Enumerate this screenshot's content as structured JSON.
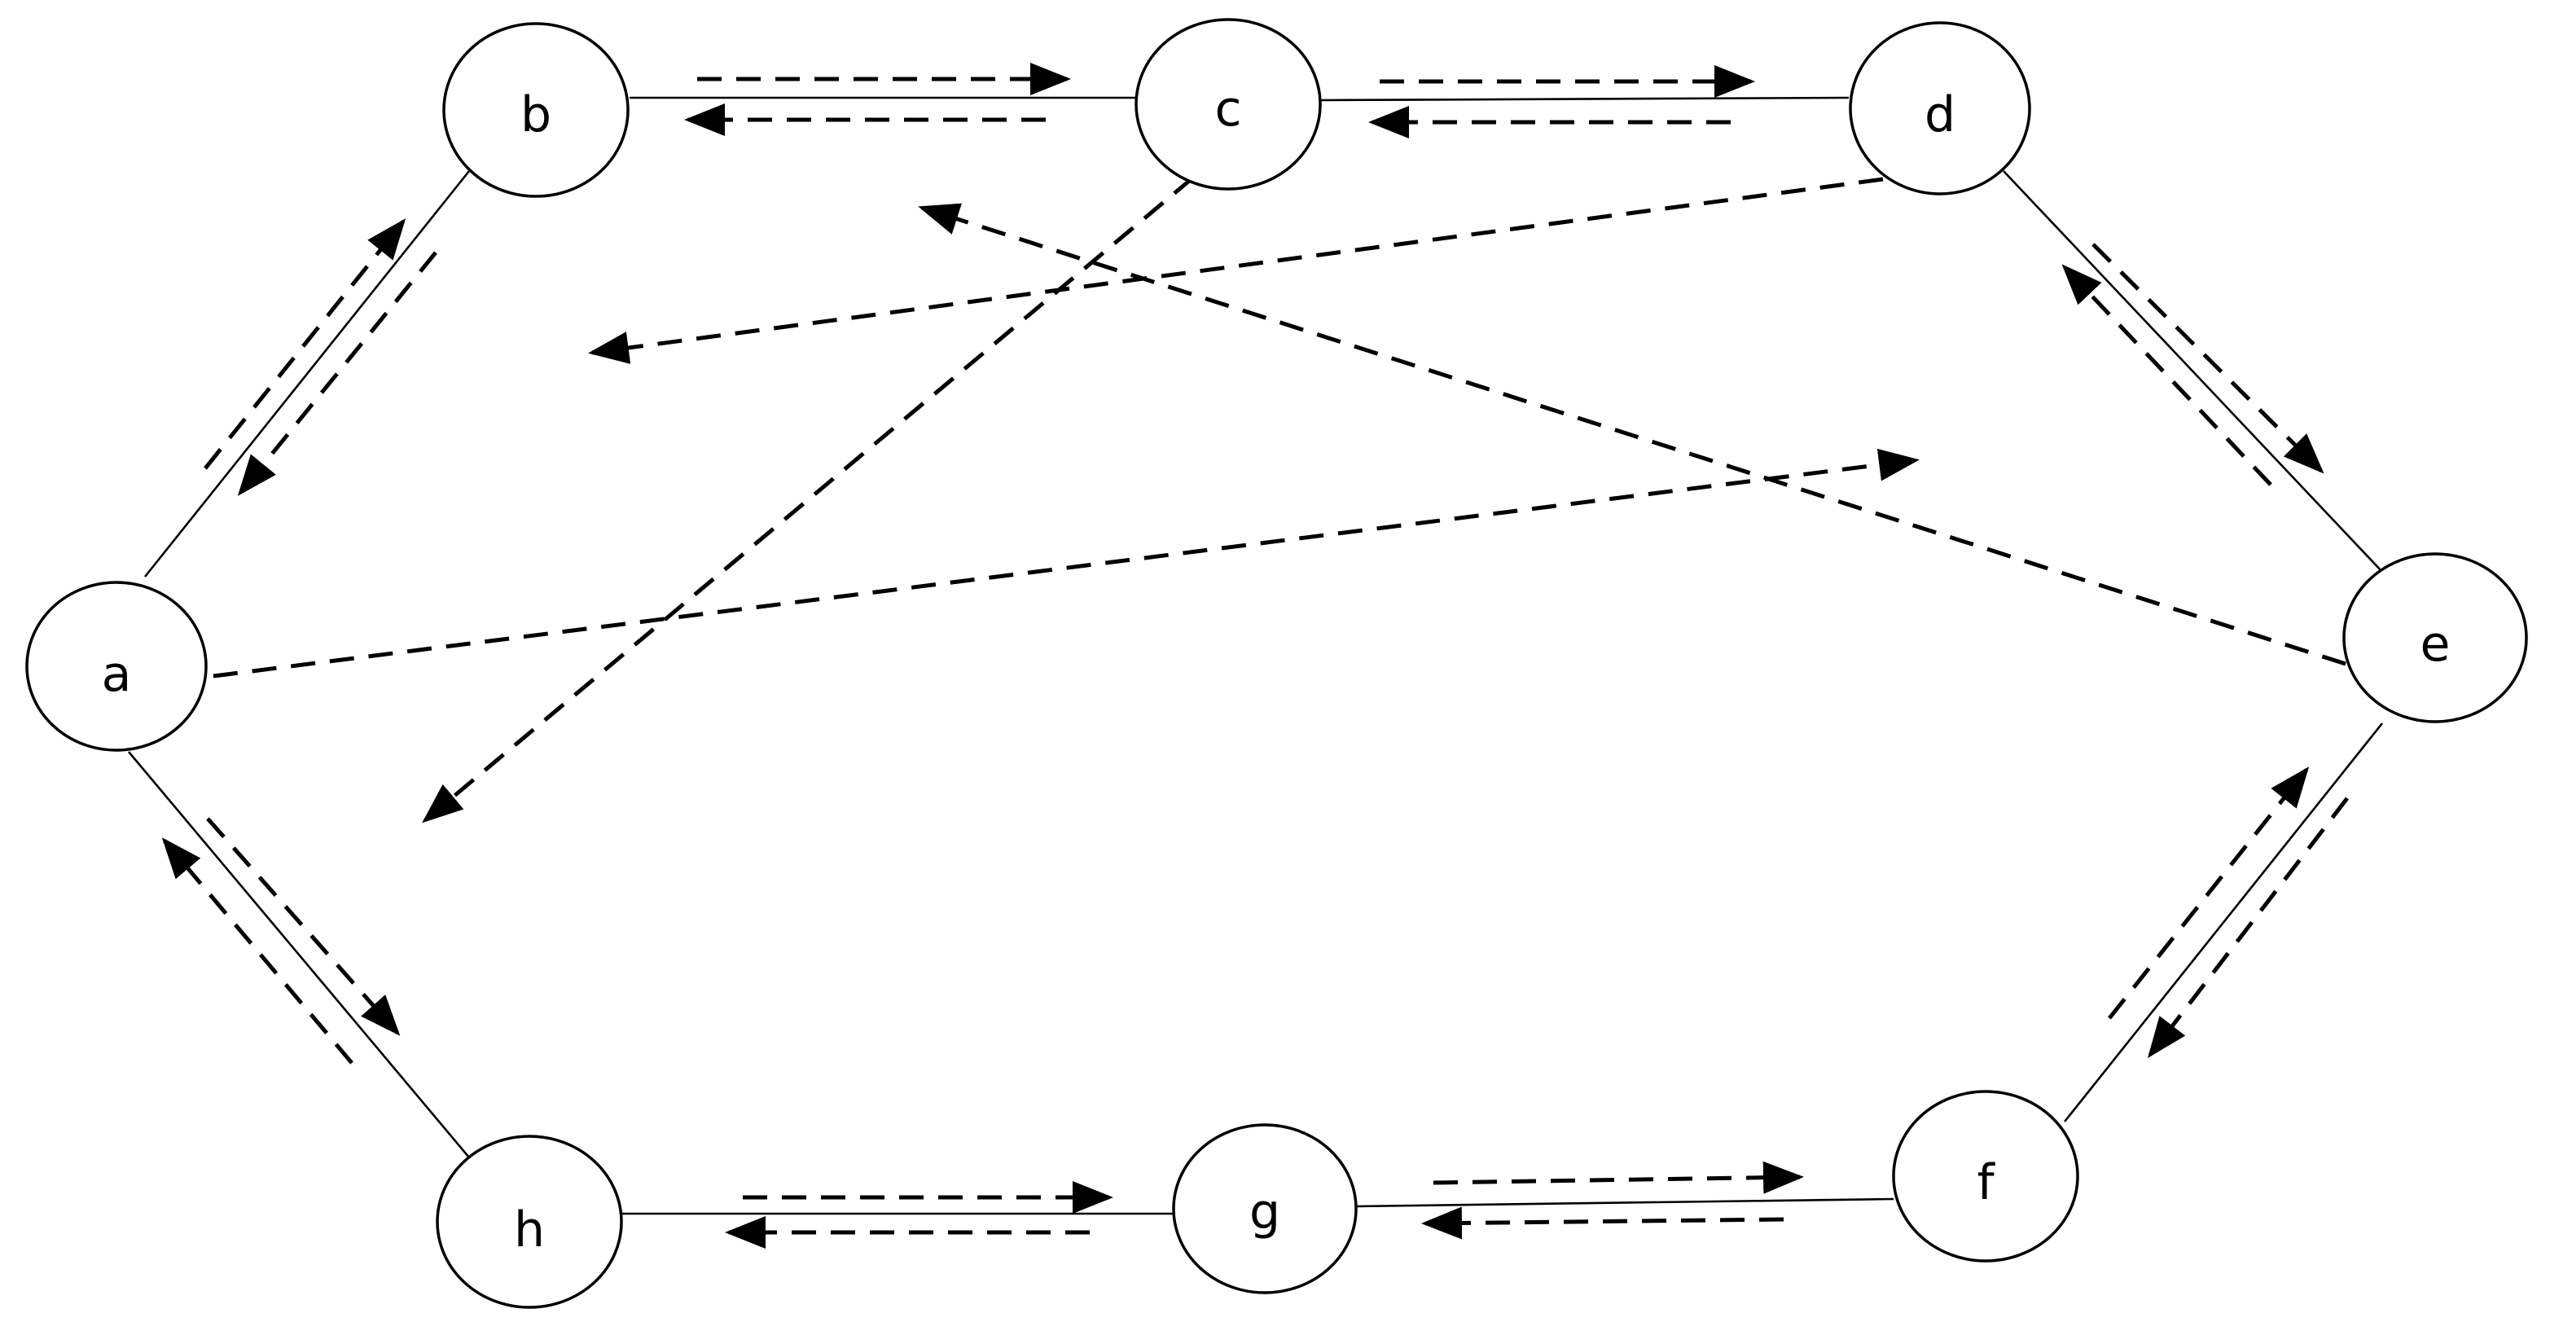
{
  "colors": {
    "stroke": "#000000",
    "background": "#ffffff"
  },
  "nodes": [
    {
      "id": "a",
      "label": "a"
    },
    {
      "id": "b",
      "label": "b"
    },
    {
      "id": "c",
      "label": "c"
    },
    {
      "id": "d",
      "label": "d"
    },
    {
      "id": "e",
      "label": "e"
    },
    {
      "id": "f",
      "label": "f"
    },
    {
      "id": "g",
      "label": "g"
    },
    {
      "id": "h",
      "label": "h"
    }
  ],
  "edges": [
    {
      "from": "a",
      "to": "b"
    },
    {
      "from": "b",
      "to": "c"
    },
    {
      "from": "c",
      "to": "d"
    },
    {
      "from": "d",
      "to": "e"
    },
    {
      "from": "e",
      "to": "f"
    },
    {
      "from": "f",
      "to": "g"
    },
    {
      "from": "g",
      "to": "h"
    },
    {
      "from": "h",
      "to": "a"
    }
  ],
  "messages": [
    {
      "from": "a",
      "to": "b",
      "style": "dashed-arrow"
    },
    {
      "from": "b",
      "to": "a",
      "style": "dashed-arrow"
    },
    {
      "from": "b",
      "to": "c",
      "style": "dashed-arrow"
    },
    {
      "from": "c",
      "to": "b",
      "style": "dashed-arrow"
    },
    {
      "from": "c",
      "to": "d",
      "style": "dashed-arrow"
    },
    {
      "from": "d",
      "to": "c",
      "style": "dashed-arrow"
    },
    {
      "from": "d",
      "to": "e",
      "style": "dashed-arrow"
    },
    {
      "from": "e",
      "to": "d",
      "style": "dashed-arrow"
    },
    {
      "from": "e",
      "to": "f",
      "style": "dashed-arrow"
    },
    {
      "from": "f",
      "to": "e",
      "style": "dashed-arrow"
    },
    {
      "from": "f",
      "to": "g",
      "style": "dashed-arrow"
    },
    {
      "from": "g",
      "to": "f",
      "style": "dashed-arrow"
    },
    {
      "from": "g",
      "to": "h",
      "style": "dashed-arrow"
    },
    {
      "from": "h",
      "to": "g",
      "style": "dashed-arrow"
    },
    {
      "from": "h",
      "to": "a",
      "style": "dashed-arrow"
    },
    {
      "from": "a",
      "to": "h",
      "style": "dashed-arrow"
    },
    {
      "from": "a",
      "to": "interior",
      "style": "dashed-arrow"
    },
    {
      "from": "c",
      "to": "interior",
      "style": "dashed-arrow"
    },
    {
      "from": "d",
      "to": "interior",
      "style": "dashed-arrow"
    },
    {
      "from": "e",
      "to": "interior",
      "style": "dashed-arrow"
    }
  ]
}
